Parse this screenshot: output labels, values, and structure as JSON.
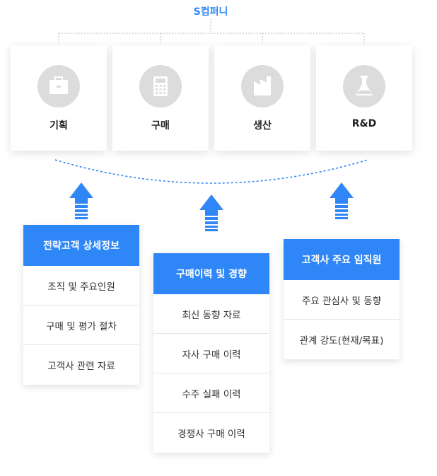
{
  "company": "S컴퍼니",
  "departments": [
    {
      "label": "기획",
      "icon": "briefcase-icon"
    },
    {
      "label": "구매",
      "icon": "calculator-icon"
    },
    {
      "label": "생산",
      "icon": "factory-icon"
    },
    {
      "label": "R&D",
      "icon": "flask-icon"
    }
  ],
  "cards": [
    {
      "title": "전략고객 상세정보",
      "items": [
        "조직 및 주요인원",
        "구매 및 평가 절차",
        "고객사 관련 자료"
      ]
    },
    {
      "title": "구매이력 및 경향",
      "items": [
        "최신 동향 자료",
        "자사 구매 이력",
        "수주 실패 이력",
        "경쟁사 구매 이력"
      ]
    },
    {
      "title": "고객사 주요 임직원",
      "items": [
        "주요 관심사 및 동향",
        "관계 강도(현재/목표)"
      ]
    }
  ],
  "colors": {
    "accent": "#2f86f6",
    "icon_bg": "#dcdcdc"
  }
}
